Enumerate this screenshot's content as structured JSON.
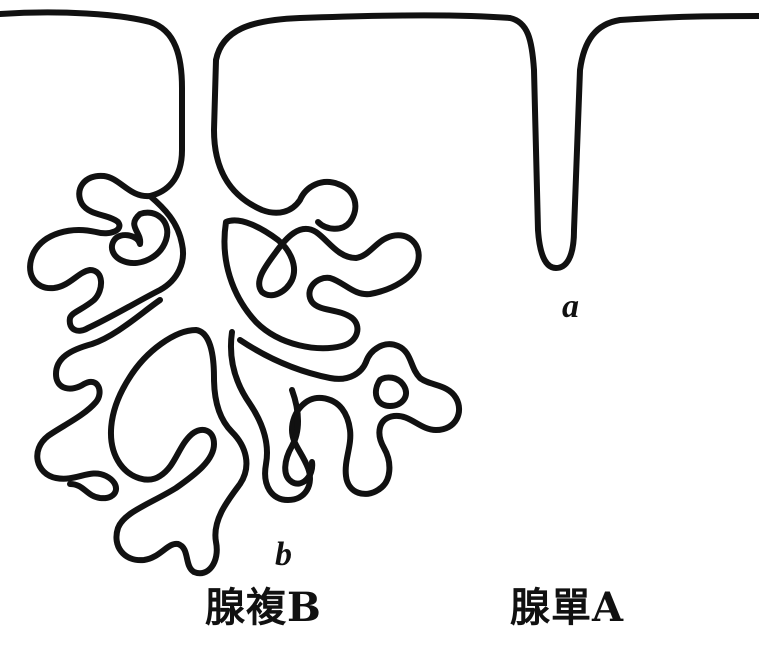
{
  "labels": {
    "simple_gland_letter": "a",
    "compound_gland_letter": "b"
  },
  "captions": {
    "compound_gland": "腺複B",
    "simple_gland": "腺單A"
  },
  "colors": {
    "ink": "#111111",
    "background": "#ffffff"
  }
}
